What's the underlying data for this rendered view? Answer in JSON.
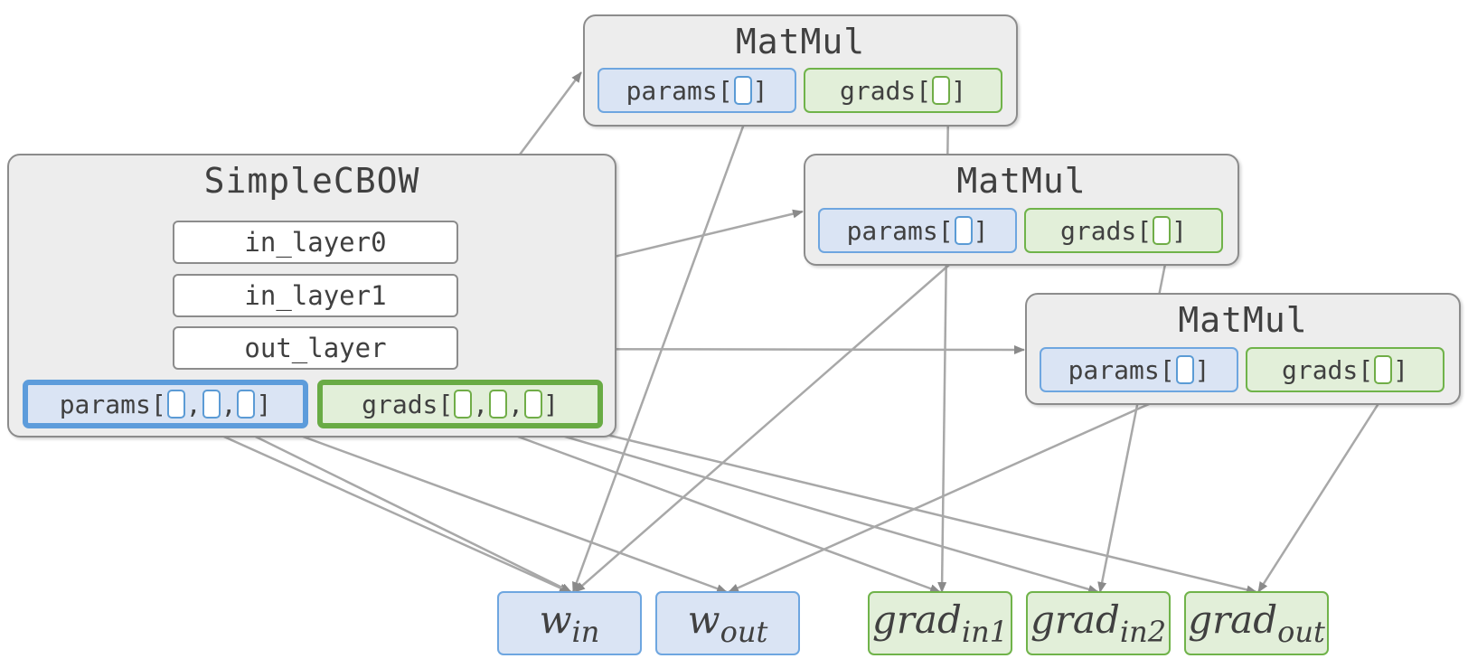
{
  "matmul_title": "MatMul",
  "params_label": "params",
  "grads_label": "grads",
  "simplecbow": {
    "title": "SimpleCBOW",
    "layers": [
      "in_layer0",
      "in_layer1",
      "out_layer"
    ]
  },
  "outputs": {
    "w": "w",
    "in": "in",
    "out": "out",
    "grad": "grad",
    "in1": "in1",
    "in2": "in2"
  },
  "colors": {
    "params_fill": "#dae4f4",
    "params_border": "#5b9bd5",
    "grads_fill": "#e2efd9",
    "grads_border": "#70ad47",
    "panel": "#ededed",
    "arrow": "#a6a6a6"
  }
}
